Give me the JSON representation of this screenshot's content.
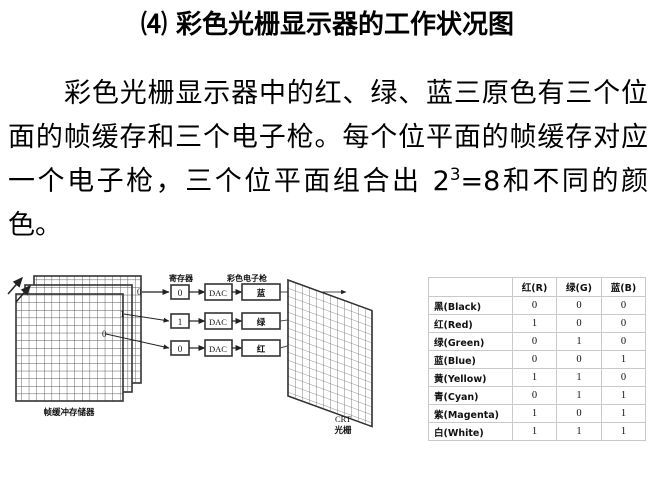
{
  "slide": {
    "title": "⑷ 彩色光栅显示器的工作状况图",
    "body_part1": "彩色光栅显示器中的红、绿、蓝三原色有三个位面的帧缓存和三个电子枪。每个位平面的帧缓存对应一个电子枪，三个位平面组合出 2",
    "body_sup": "3",
    "body_part2": "=8和不同的颜色。"
  },
  "figure": {
    "framebuffer_label": "帧缓冲存储器",
    "register_label": "寄存器",
    "gun_label": "彩色电子枪",
    "crt_label_line1": "CRT",
    "crt_label_line2": "光栅",
    "plane_bits": [
      "0",
      "1",
      "0"
    ],
    "register_values": [
      "0",
      "1",
      "0"
    ],
    "dac_label": "DAC",
    "gun_colors": [
      "蓝",
      "绿",
      "红"
    ]
  },
  "table": {
    "headers": [
      "",
      "红(R)",
      "绿(G)",
      "蓝(B)"
    ],
    "rows": [
      {
        "name": "黑(Black)",
        "r": "0",
        "g": "0",
        "b": "0"
      },
      {
        "name": "红(Red)",
        "r": "1",
        "g": "0",
        "b": "0"
      },
      {
        "name": "绿(Green)",
        "r": "0",
        "g": "1",
        "b": "0"
      },
      {
        "name": "蓝(Blue)",
        "r": "0",
        "g": "0",
        "b": "1"
      },
      {
        "name": "黄(Yellow)",
        "r": "1",
        "g": "1",
        "b": "0"
      },
      {
        "name": "青(Cyan)",
        "r": "0",
        "g": "1",
        "b": "1"
      },
      {
        "name": "紫(Magenta)",
        "r": "1",
        "g": "0",
        "b": "1"
      },
      {
        "name": "白(White)",
        "r": "1",
        "g": "1",
        "b": "1"
      }
    ]
  },
  "colors": {
    "text": "#000000",
    "table_border": "#c9c9c9",
    "figure_line": "#333333"
  }
}
